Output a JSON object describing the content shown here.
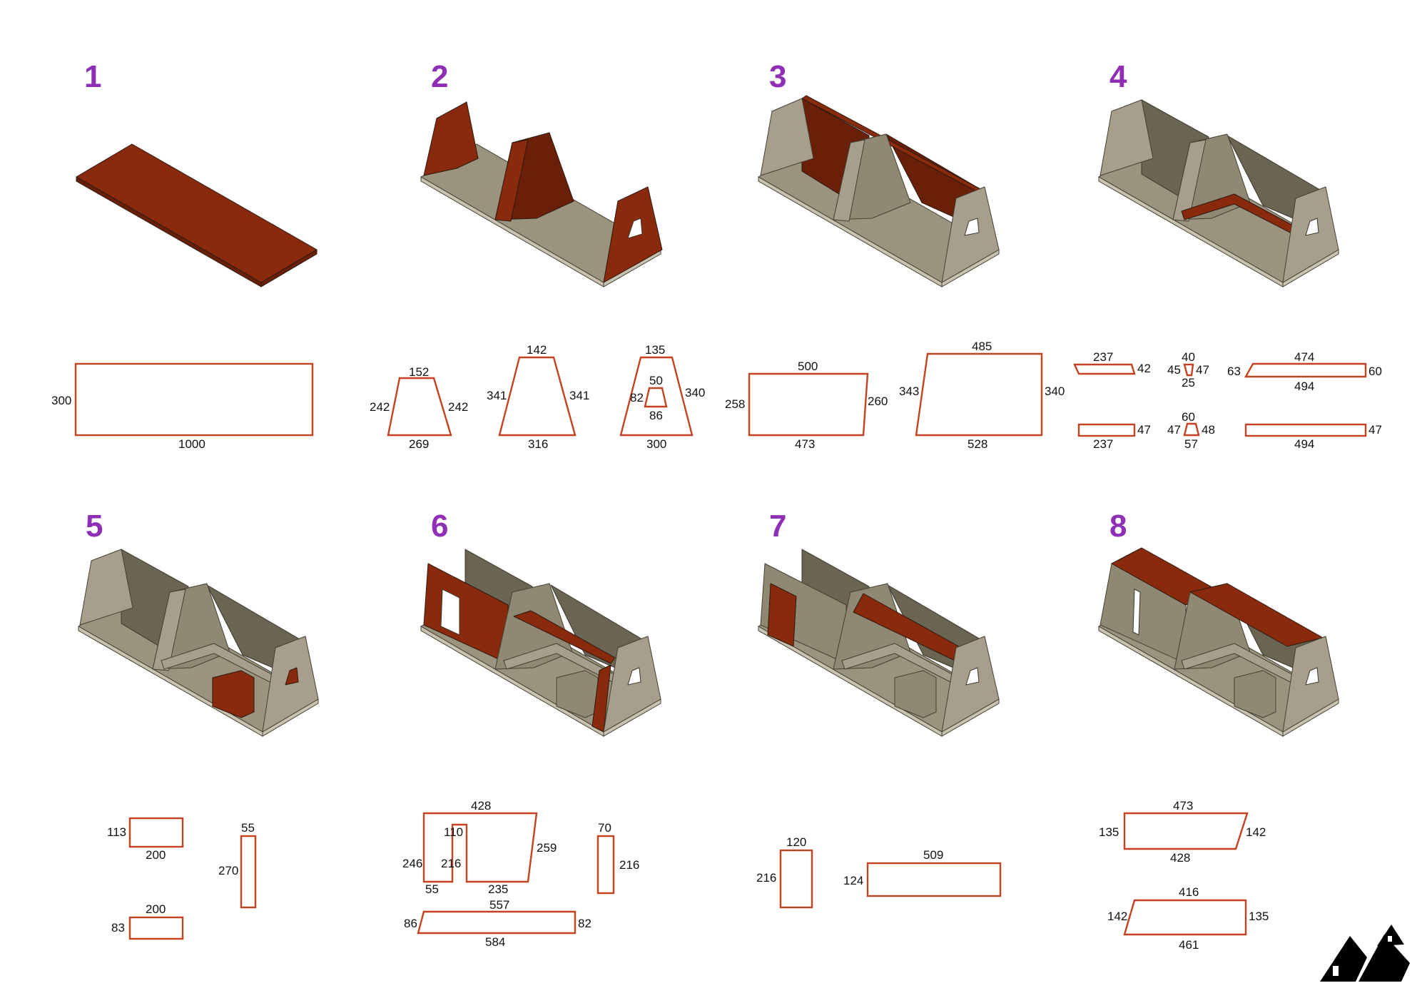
{
  "steps": [
    {
      "number": "1",
      "labels": [
        "300",
        "1000"
      ]
    },
    {
      "number": "2",
      "labels": [
        "152",
        "242",
        "242",
        "269",
        "142",
        "341",
        "341",
        "316",
        "135",
        "50",
        "82",
        "340",
        "86",
        "300"
      ]
    },
    {
      "number": "3",
      "labels": [
        "500",
        "258",
        "260",
        "473",
        "485",
        "343",
        "340",
        "528"
      ]
    },
    {
      "number": "4",
      "labels": [
        "237",
        "42",
        "237",
        "47",
        "40",
        "45",
        "47",
        "25",
        "60",
        "47",
        "48",
        "57",
        "474",
        "63",
        "60",
        "494",
        "494",
        "47"
      ]
    },
    {
      "number": "5",
      "labels": [
        "113",
        "200",
        "200",
        "83",
        "55",
        "270"
      ]
    },
    {
      "number": "6",
      "labels": [
        "428",
        "110",
        "246",
        "216",
        "55",
        "235",
        "259",
        "557",
        "86",
        "82",
        "584",
        "70",
        "216"
      ]
    },
    {
      "number": "7",
      "labels": [
        "120",
        "216",
        "509",
        "124"
      ]
    },
    {
      "number": "8",
      "labels": [
        "473",
        "135",
        "142",
        "428",
        "416",
        "142",
        "135",
        "461"
      ]
    }
  ],
  "colors": {
    "step_number": "#8e2fb5",
    "highlight_panel": "#8a2a0c",
    "outline": "#c4421f",
    "wall": "#a79f8b"
  },
  "logo": {
    "icon": "twin-peaks-logo-icon"
  }
}
